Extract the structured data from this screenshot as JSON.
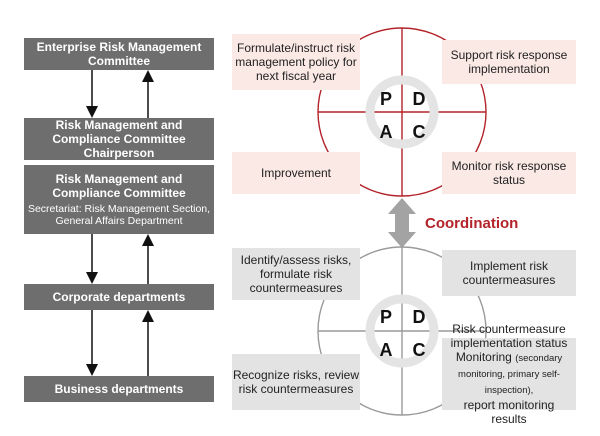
{
  "org": {
    "erm_committee": "Enterprise Risk Management Committee",
    "chairperson": "Risk Management and Compliance Committee Chairperson",
    "rmc_committee": "Risk Management and Compliance Committee",
    "secretariat": "Secretariat: Risk Management Section, General Affairs Department",
    "corporate": "Corporate departments",
    "business": "Business departments"
  },
  "upper_cycle": {
    "plan": "Formulate/instruct risk management policy for next fiscal year",
    "do": "Support risk response implementation",
    "act": "Improvement",
    "check": "Monitor risk response status"
  },
  "coordination": "Coordination",
  "lower_cycle": {
    "plan": "Identify/assess risks, formulate risk countermeasures",
    "do": "Implement risk countermeasures",
    "act": "Recognize risks, review risk countermeasures",
    "check_line1": "Risk countermeasure implementation status",
    "check_line2": "Monitoring",
    "check_small": "(secondary monitoring, primary self-inspection),",
    "check_line3": "report monitoring results"
  },
  "letters": {
    "p": "P",
    "d": "D",
    "a": "A",
    "c": "C"
  },
  "colors": {
    "upper": "#b3232a",
    "lower": "#9a9a9a",
    "org_box": "#6e6e6e"
  }
}
